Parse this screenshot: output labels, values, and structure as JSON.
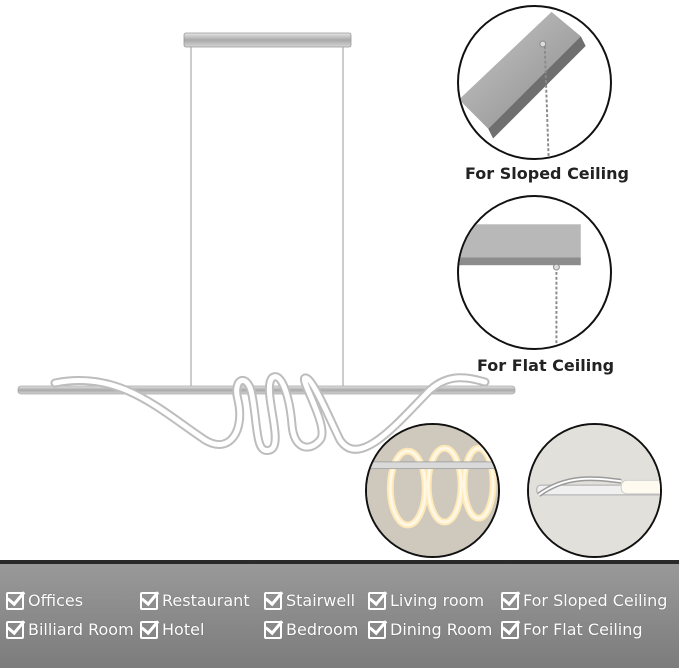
{
  "callouts": {
    "sloped_caption": "For Sloped Ceiling",
    "flat_caption": "For Flat Ceiling"
  },
  "applications": {
    "row1": [
      "Offices",
      "Restaurant",
      "Stairwell",
      "Living room",
      "For Sloped Ceiling"
    ],
    "row2": [
      "Billiard Room",
      "Hotel",
      "Bedroom",
      "Dining Room",
      "For Flat Ceiling"
    ]
  },
  "colors": {
    "chrome": "#c8c8c8",
    "band": "#8c8c8c",
    "glow": "#ffe9b8"
  }
}
